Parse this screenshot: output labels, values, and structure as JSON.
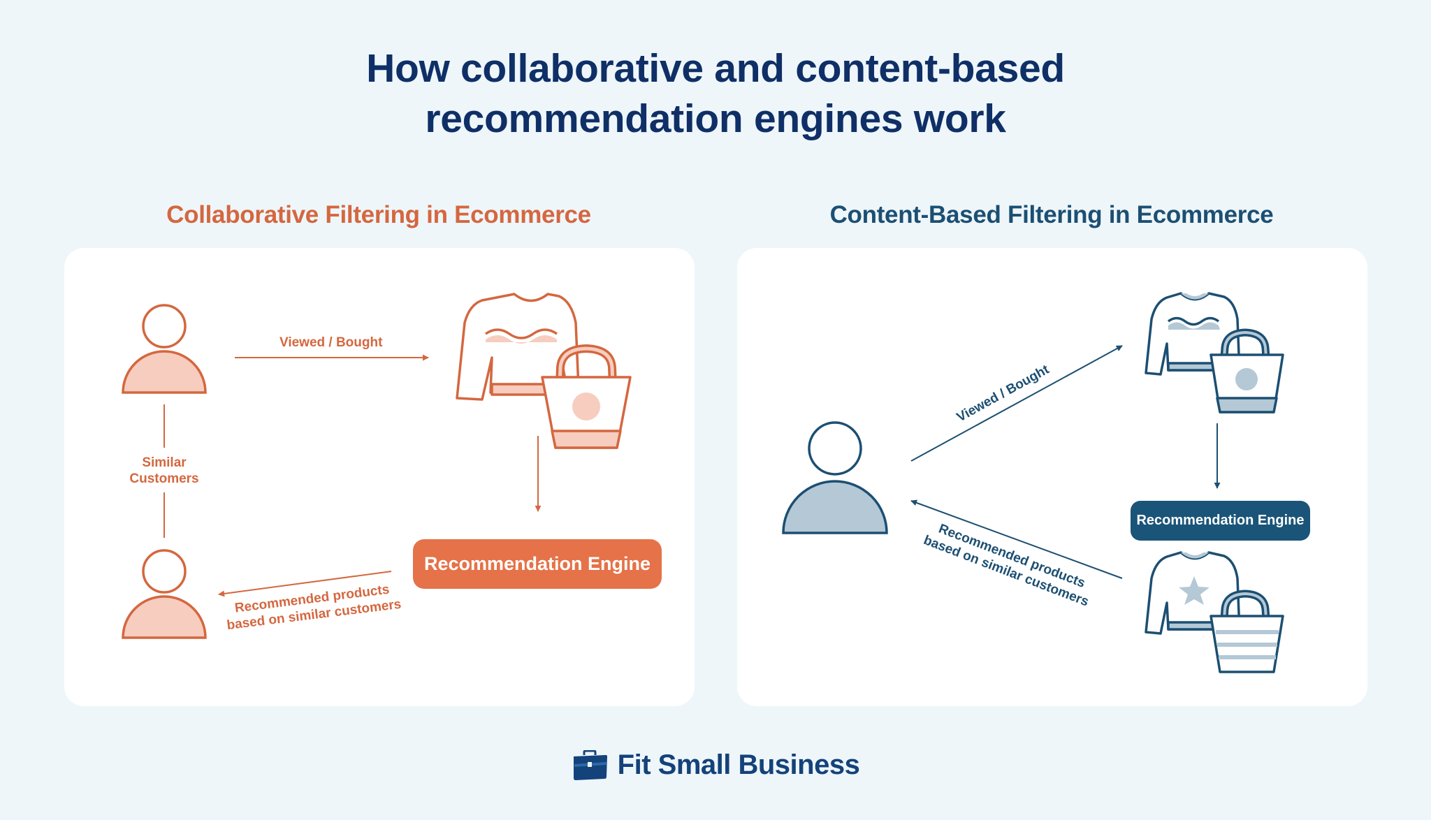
{
  "title": {
    "line1": "How collaborative and content-based",
    "line2": "recommendation engines work"
  },
  "left_panel": {
    "heading": "Collaborative Filtering in Ecommerce",
    "viewed_label": "Viewed / Bought",
    "similar_label_1": "Similar",
    "similar_label_2": "Customers",
    "engine_label": "Recommendation Engine",
    "recommended_line1": "Recommended products",
    "recommended_line2": "based on similar customers"
  },
  "right_panel": {
    "heading": "Content-Based Filtering in Ecommerce",
    "viewed_label": "Viewed / Bought",
    "engine_label": "Recommendation Engine",
    "recommended_line1": "Recommended products",
    "recommended_line2": "based on similar customers"
  },
  "brand": {
    "name": "Fit Small Business",
    "icon": "briefcase-icon"
  },
  "colors": {
    "background": "#eef6fa",
    "title": "#0f2f66",
    "orange": "#d4673f",
    "orange_fill": "#f6cdbf",
    "engine_orange": "#e57248",
    "blue": "#1c4f72",
    "blue_fill": "#b4c8d6",
    "engine_blue": "#1a5478"
  }
}
